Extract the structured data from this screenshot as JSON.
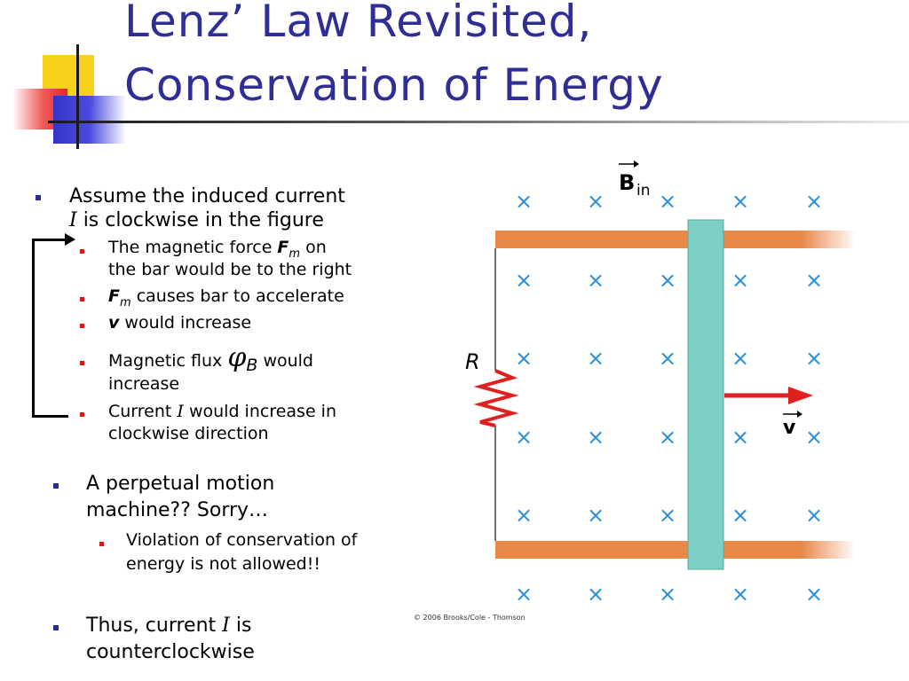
{
  "title": {
    "line1": "Lenz’ Law Revisited,",
    "line2": "Conservation of Energy"
  },
  "bullets": {
    "b1_line1": "Assume the induced current",
    "b1_I": "I",
    "b1_line2": " is clockwise in the figure",
    "s1_a": "The magnetic force ",
    "s1_F": "F",
    "s1_m": "m",
    "s1_b": " on",
    "s1_line2": "the bar would be to the right",
    "s2_F": "F",
    "s2_m": "m",
    "s2_text": " causes bar to accelerate",
    "s3_v": "v",
    "s3_text": " would increase",
    "s4_a": "Magnetic flux ",
    "s4_phi": "φ",
    "s4_B": "B",
    "s4_b": " would",
    "s4_line2": "increase",
    "s5_a": "Current ",
    "s5_I": "I",
    "s5_b": " would increase in",
    "s5_line2": "clockwise direction",
    "b2_line1": "A perpetual motion",
    "b2_line2": "machine??  Sorry…",
    "s6_line1": "Violation of conservation of",
    "s6_line2": "energy is not allowed!!",
    "b3_a": "Thus, current ",
    "b3_I": "I",
    "b3_b": " is",
    "b3_line2": "counterclockwise"
  },
  "figure": {
    "B_label": "B",
    "B_sub": "in",
    "R_label": "R",
    "v_label": "v",
    "cross": "×",
    "credit": "© 2006 Brooks/Cole - Thomson",
    "colors": {
      "rail": "#e8894a",
      "bar": "#7ecfc4",
      "cross": "#2a8fd8",
      "arrow": "#e02020",
      "resistor": "#e02020"
    }
  }
}
